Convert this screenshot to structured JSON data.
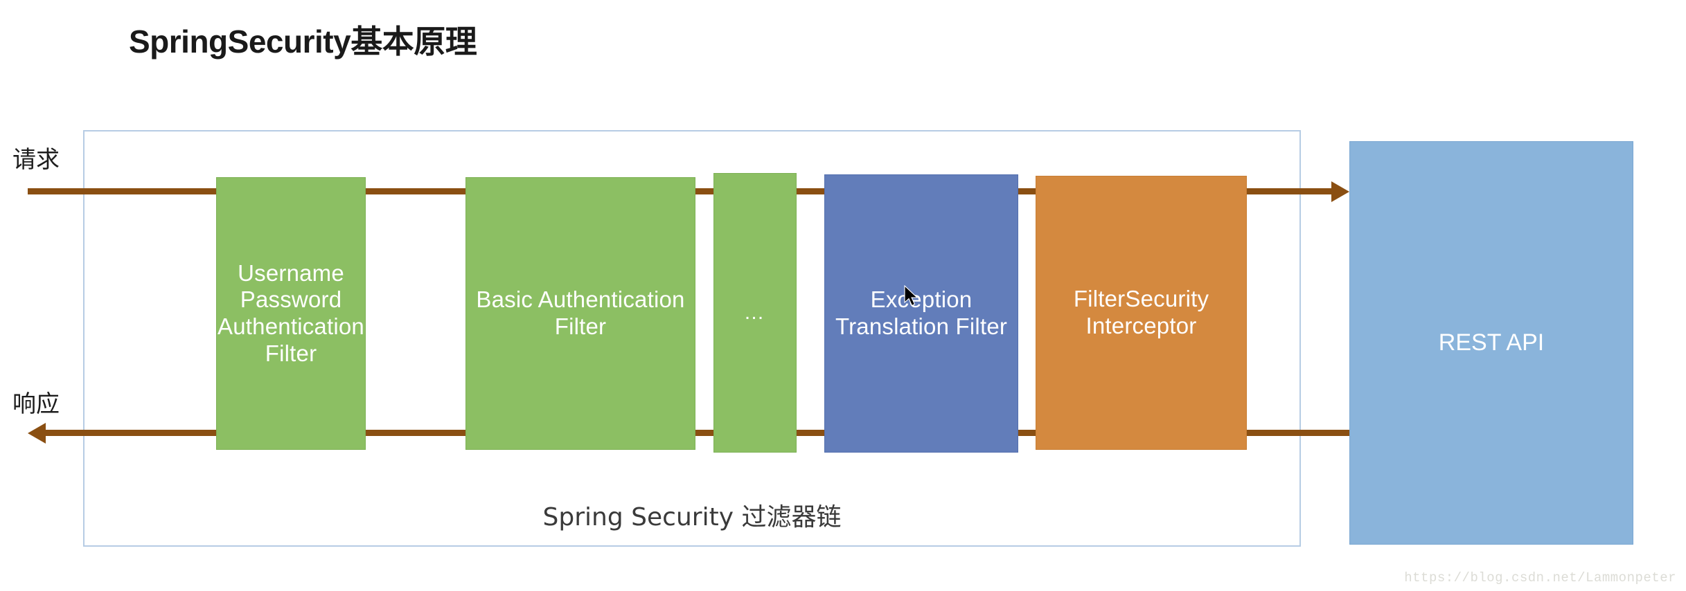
{
  "title": "SpringSecurity基本原理",
  "labels": {
    "request": "请求",
    "response": "响应"
  },
  "chain": {
    "caption": "Spring Security 过滤器链",
    "boxes": [
      {
        "id": "username-password-filter",
        "label": "Username Password Authentication Filter",
        "color": "#8cbf63"
      },
      {
        "id": "basic-auth-filter",
        "label": "Basic Authentication Filter",
        "color": "#8cbf63"
      },
      {
        "id": "ellipsis-filter",
        "label": "…",
        "color": "#8cbf63"
      },
      {
        "id": "exception-translation-filter",
        "label": "Exception Translation Filter",
        "color": "#627dba"
      },
      {
        "id": "filter-security-interceptor",
        "label": "FilterSecurity Interceptor",
        "color": "#d4893f"
      }
    ]
  },
  "backend": {
    "label": "REST API",
    "color": "#8ab4db"
  },
  "flow": {
    "line_color": "#8a4f12",
    "container_border_color": "#b6cce4"
  },
  "watermark": "https://blog.csdn.net/Lammonpeter"
}
